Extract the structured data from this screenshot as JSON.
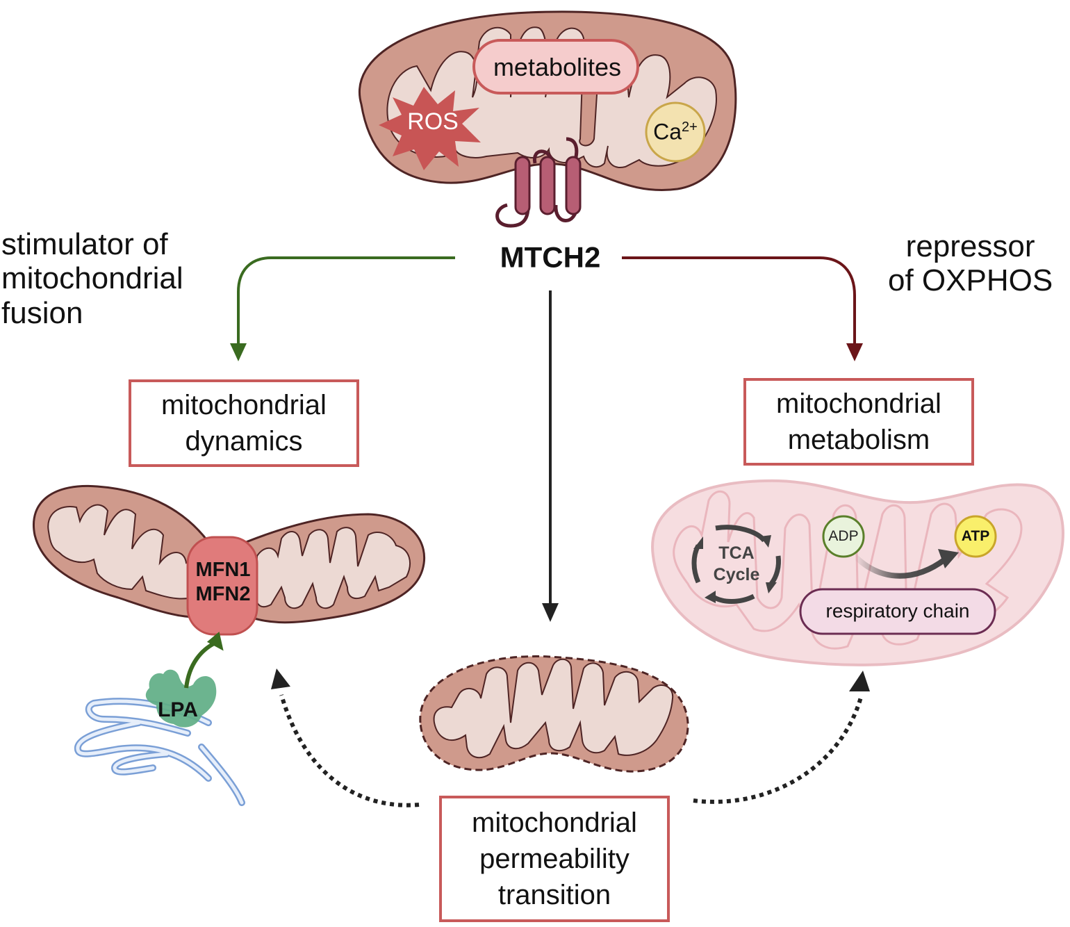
{
  "title": "MTCH2 roles in mitochondria",
  "central_protein": "MTCH2",
  "top_mitochondrion": {
    "labels": {
      "metabolites": "metabolites",
      "ros": "ROS",
      "calcium": "Ca",
      "calcium_charge": "2+"
    }
  },
  "left_branch": {
    "role_lines": [
      "stimulator of",
      "mitochondrial",
      "fusion"
    ],
    "box_lines": [
      "mitochondrial",
      "dynamics"
    ],
    "fusion_proteins": [
      "MFN1",
      "MFN2"
    ],
    "lipid": "LPA",
    "arrow_color": "#3a6b20"
  },
  "right_branch": {
    "role_lines": [
      "repressor",
      "of OXPHOS"
    ],
    "box_lines": [
      "mitochondrial",
      "metabolism"
    ],
    "tca_lines": [
      "TCA",
      "Cycle"
    ],
    "adp": "ADP",
    "atp": "ATP",
    "respiratory_chain": "respiratory chain",
    "arrow_color": "#6b1519"
  },
  "center_branch": {
    "box_lines": [
      "mitochondrial",
      "permeability",
      "transition"
    ],
    "arrow_color": "#222222"
  },
  "colors": {
    "box_border": "#c85a5a",
    "mito_outer": "#cf9a8c",
    "mito_inner": "#ecd9d3",
    "mito_stroke": "#5a2a2a",
    "ros": "#c85555",
    "calcium_fill": "#f3e2b0",
    "mtch2_helix": "#b75e74"
  }
}
